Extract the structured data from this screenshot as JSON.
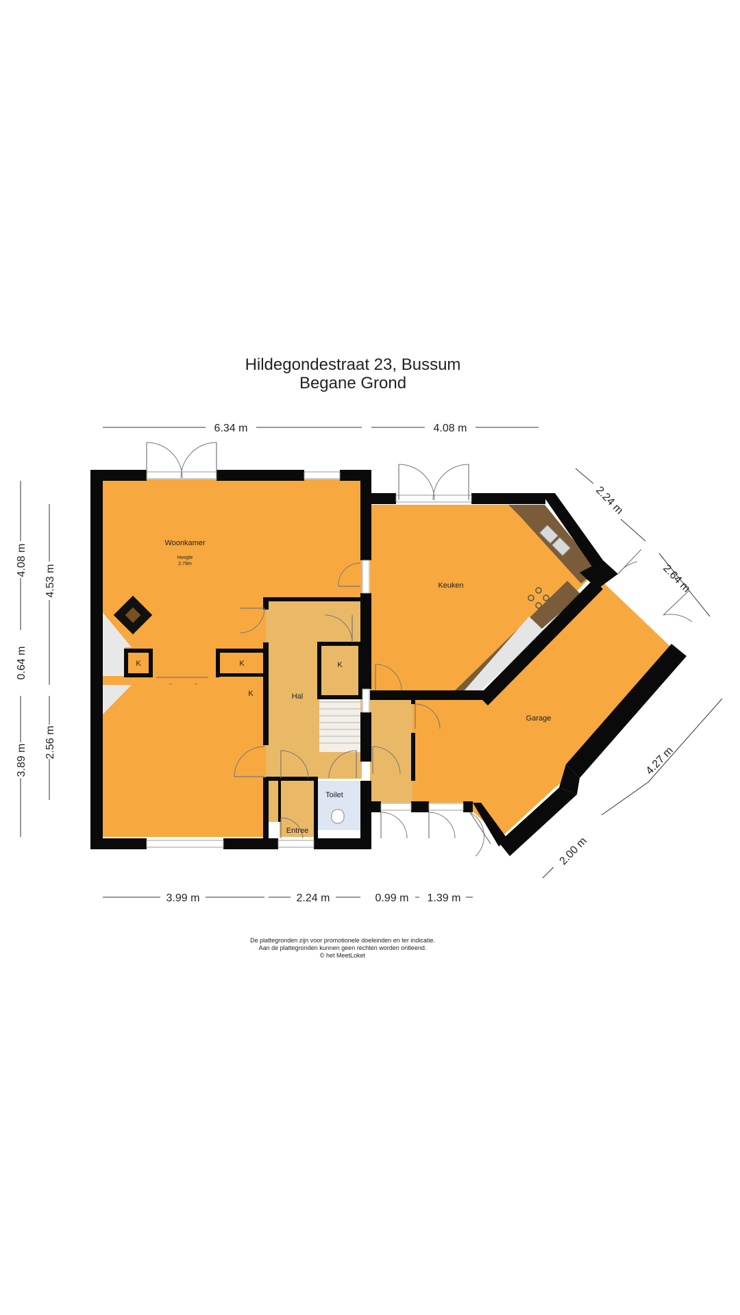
{
  "header": {
    "address": "Hildegondestraat 23, Bussum",
    "floor": "Begane Grond"
  },
  "rooms": {
    "woonkamer": "Woonkamer",
    "height_label": "Hoogte",
    "height_value": "2.79m",
    "keuken": "Keuken",
    "garage": "Garage",
    "hal": "Hal",
    "toilet": "Toilet",
    "entree": "Entree",
    "kast": "K"
  },
  "dimensions": {
    "top_left": "6.34 m",
    "top_right": "4.08 m",
    "left_outer_top": "4.08 m",
    "left_outer_mid": "0.64 m",
    "left_outer_bottom": "3.89 m",
    "left_inner_top": "4.53 m",
    "left_inner_bottom": "2.56 m",
    "bottom_1": "3.99 m",
    "bottom_2": "2.24 m",
    "bottom_3": "0.99 m",
    "bottom_4": "1.39 m",
    "diag_top": "2.24 m",
    "diag_right": "2.64 m",
    "diag_bottom_long": "4.27 m",
    "diag_bottom_short": "2.00 m"
  },
  "footer": {
    "line1": "De plattegronden zijn voor promotionele doeleinden en ter indicatie.",
    "line2": "Aan de plattegronden kunnen geen rechten worden ontleend.",
    "line3": "© het MeetLoket"
  },
  "colors": {
    "room_orange": "#f7a83e",
    "hall_tan": "#e9b968",
    "wall": "#0a0a0a",
    "toilet_blue": "#dde6f2",
    "kitchen_counter": "#7a5c3a",
    "stairs_grey": "#e5e5e5"
  }
}
